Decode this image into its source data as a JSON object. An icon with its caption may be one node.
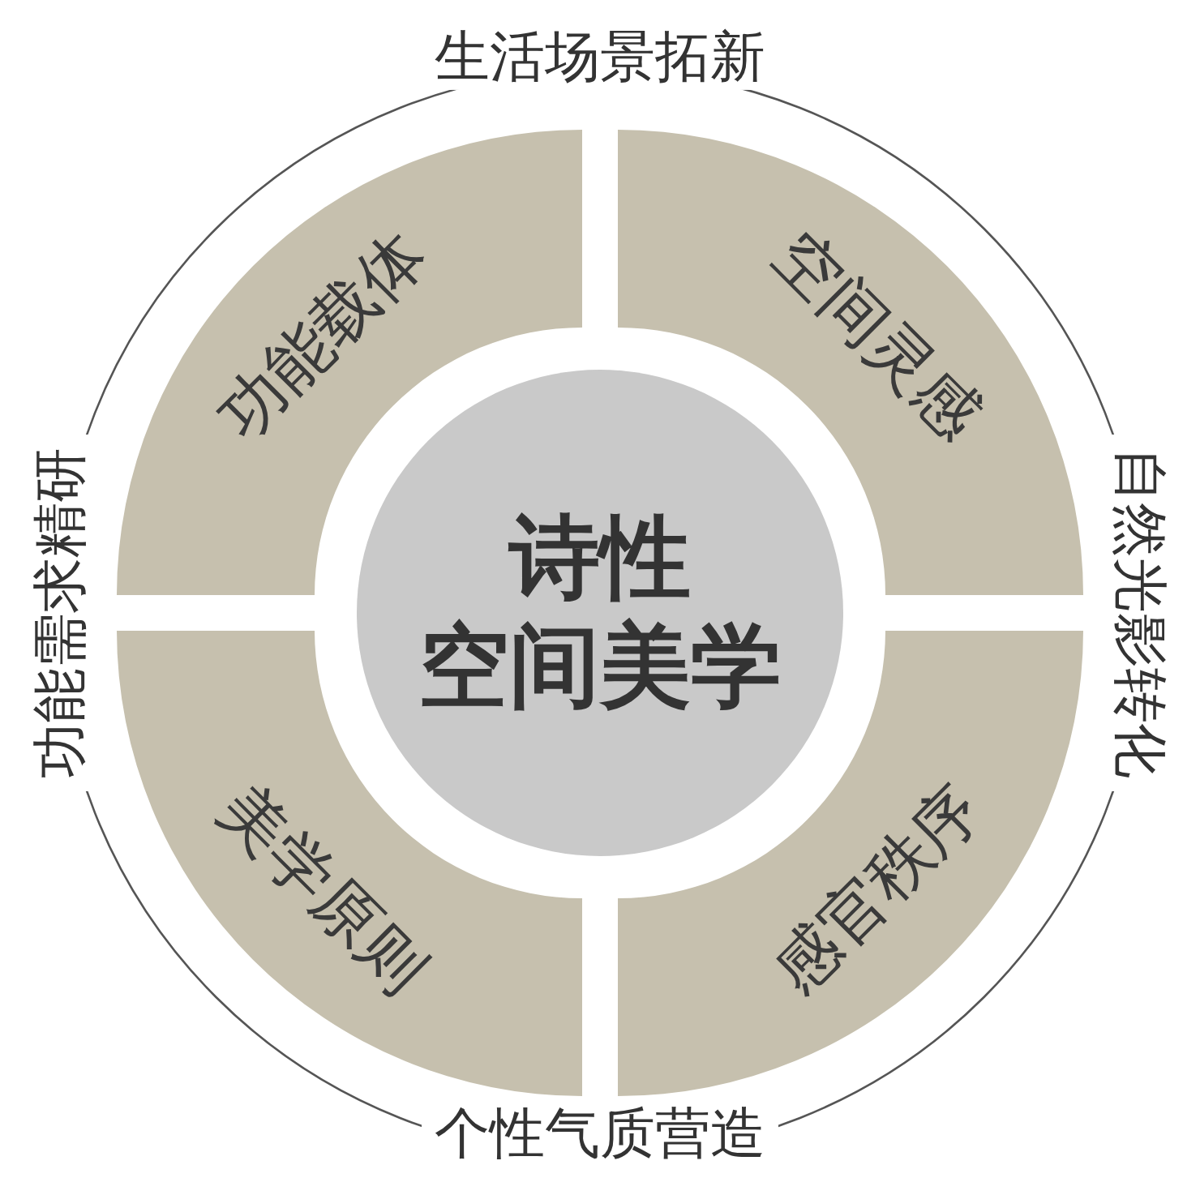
{
  "diagram": {
    "nodes": [
      {
        "text": [
          "诗性",
          "空间美学"
        ]
      },
      {
        "text": [
          "功能载体"
        ]
      },
      {
        "text": [
          "空间灵感"
        ]
      },
      {
        "text": [
          "美学原则"
        ]
      },
      {
        "text": [
          "感官秩序"
        ]
      }
    ],
    "labels": [
      "生活场景拓新",
      "功能需求精研",
      "自然光影转化",
      "个性气质营造"
    ]
  }
}
